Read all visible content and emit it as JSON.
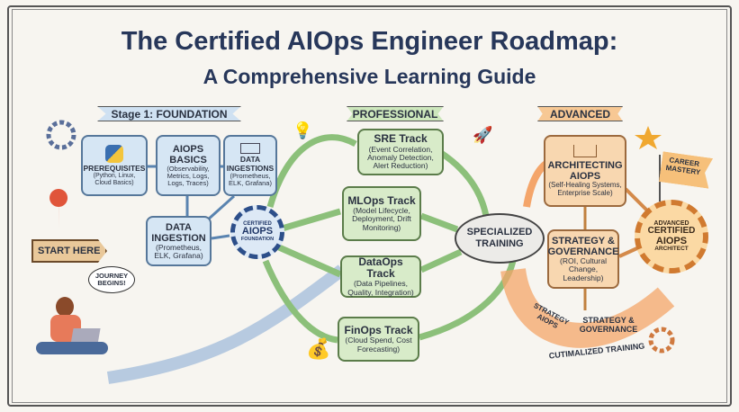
{
  "title": "The Certified AIOps Engineer Roadmap:",
  "subtitle": "A Comprehensive Learning Guide",
  "foundation": {
    "banner": "Stage 1: FOUNDATION",
    "prereq": {
      "title": "PREREQUISITES",
      "desc": "(Python, Linux, Cloud Basics)"
    },
    "basics": {
      "title": "AIOPS BASICS",
      "desc": "(Observability, Metrics, Logs, Logs, Traces)"
    },
    "ingestions": {
      "title": "DATA INGESTIONS",
      "desc": "(Prometheus, ELK, Grafana)"
    },
    "ingestion": {
      "title": "DATA INGESTION",
      "desc": "(Prometheus, ELK, Grafana)"
    },
    "badge": {
      "l1": "CERTIFIED",
      "l2": "AIOPS",
      "l3": "FOUNDATION"
    },
    "start": "START HERE",
    "journey": "JOURNEY BEGINS!"
  },
  "professional": {
    "banner": "PROFESSIONAL",
    "tracks": [
      {
        "title": "SRE Track",
        "desc": "(Event Correlation, Anomaly Detection, Alert Reduction)"
      },
      {
        "title": "MLOps Track",
        "desc": "(Model Lifecycle, Deployment, Drift Monitoring)"
      },
      {
        "title": "DataOps Track",
        "desc": "(Data Pipelines, Quality, Integration)"
      },
      {
        "title": "FinOps Track",
        "desc": "(Cloud Spend, Cost Forecasting)"
      }
    ],
    "hub": "SPECIALIZED TRAINING"
  },
  "advanced": {
    "banner": "ADVANCED",
    "arch": {
      "title": "ARCHITECTING AIOPS",
      "desc": "(Self-Healing Systems, Enterprise Scale)"
    },
    "strategy": {
      "title": "STRATEGY & GOVERNANCE",
      "desc": "(ROI, Cultural Change, Leadership)"
    },
    "badge": {
      "l1": "ADVANCED",
      "l2": "CERTIFIED",
      "l3": "AIOPS",
      "l4": "ARCHITECT"
    },
    "flag": "CAREER MASTERY",
    "arc_labels": [
      "STRATEGY AIOPS",
      "STRATEGY & GOVERNANCE",
      "CUTIMALIZED TRAINING"
    ]
  },
  "colors": {
    "foundation": "#d6e6f4",
    "professional": "#d8ebc9",
    "advanced": "#f8d7b0",
    "title": "#27375a"
  }
}
